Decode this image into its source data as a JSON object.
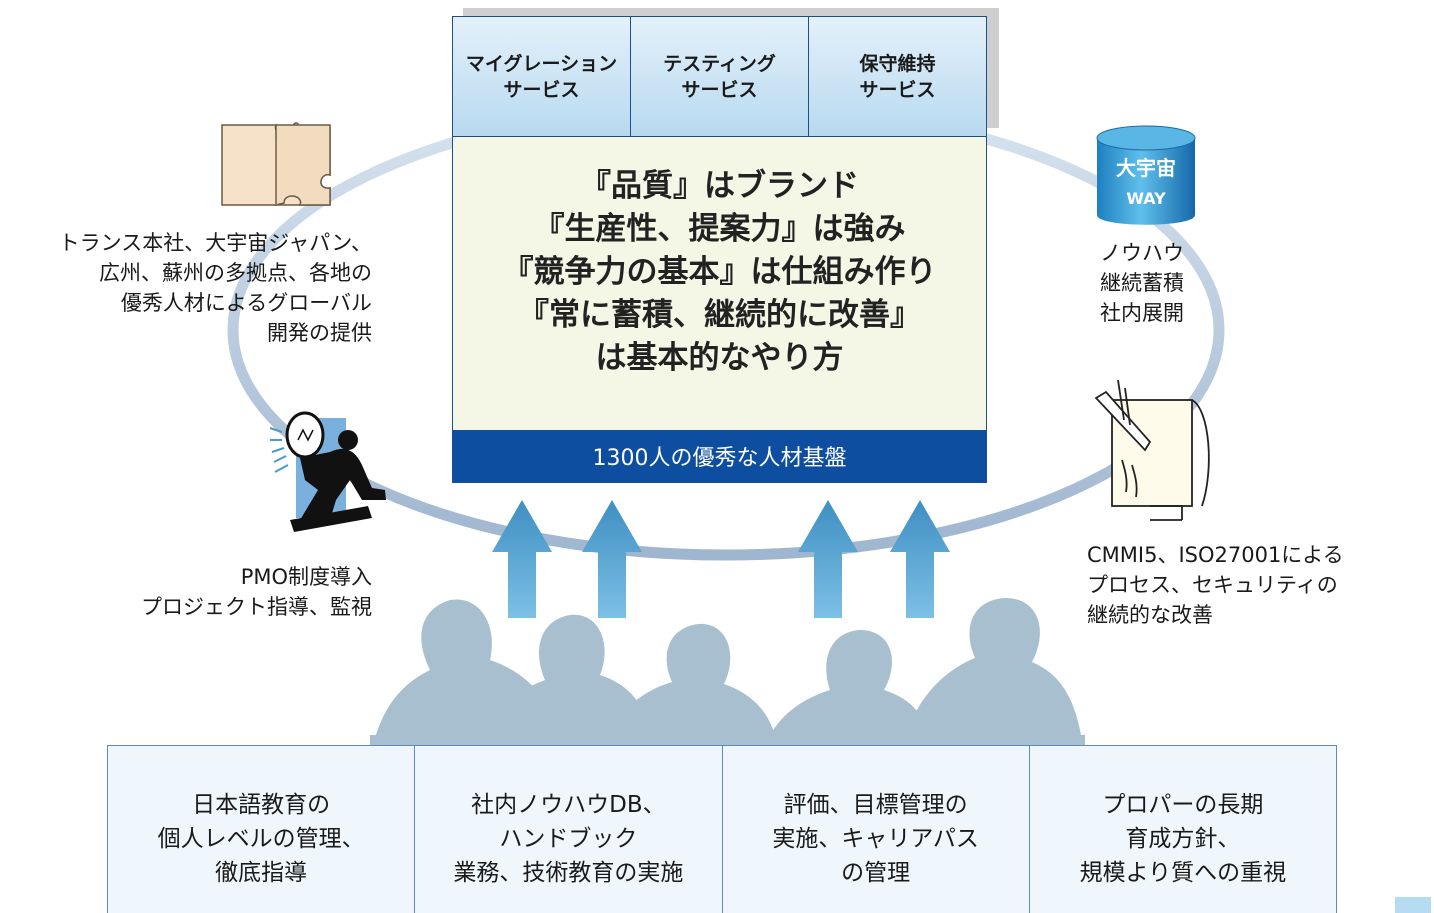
{
  "services": [
    {
      "label": "マイグレーション\nサービス"
    },
    {
      "label": "テスティング\nサービス"
    },
    {
      "label": "保守維持\nサービス"
    }
  ],
  "center": {
    "motto": "『品質』はブランド\n『生産性、提案力』は強み\n『競争力の基本』は仕組み作り\n『常に蓄積、継続的に改善』\nは基本的なやり方",
    "base_label": "1300人の優秀な人材基盤"
  },
  "captions": {
    "left_top": "トランス本社、大宇宙ジャパン、\n広州、蘇州の多拠点、各地の\n優秀人材によるグローバル\n開発の提供",
    "left_bottom": "PMO制度導入\nプロジェクト指導、監視",
    "right_top": "ノウハウ\n継続蓄積\n社内展開",
    "right_bottom": "CMMI5、ISO27001による\nプロセス、セキュリティの\n継続的な改善"
  },
  "database": {
    "line1": "大宇宙",
    "line2": "WAY"
  },
  "bottom_cells": [
    {
      "label": "日本語教育の\n個人レベルの管理、\n徹底指導"
    },
    {
      "label": "社内ノウハウDB、\nハンドブック\n業務、技術教育の実施"
    },
    {
      "label": "評価、目標管理の\n実施、キャリアパス\nの管理"
    },
    {
      "label": "プロパーの長期\n育成方針、\n規模より質への重視"
    }
  ],
  "colors": {
    "ring": "#a9bfd6",
    "arrow": "#4a9ac8",
    "silhouette": "#a8bfcf",
    "bar": "#0d4ea0"
  },
  "icons": [
    "puzzle-icon",
    "database-icon",
    "lightbulb-businessman-icon",
    "notepad-pen-icon",
    "people-silhouette-icon",
    "up-arrow-icon"
  ]
}
